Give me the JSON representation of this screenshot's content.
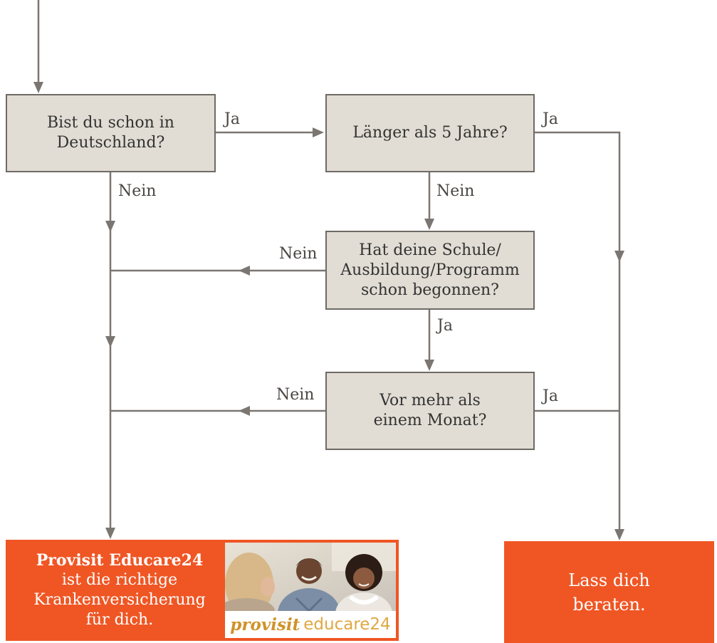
{
  "colors": {
    "box_fill": "#e1ddd4",
    "box_border": "#6e6a65",
    "connector": "#7b7671",
    "result_fill": "#ef5624",
    "text_dark": "#333333",
    "label_text": "#4a4643",
    "result_text": "#ffffff",
    "logo_brand": "#d0922a",
    "logo_product": "#dfa843"
  },
  "decisions": {
    "in_germany": {
      "lines": [
        "Bist du schon in",
        "Deutschland?"
      ]
    },
    "over_5_years": {
      "lines": [
        "Länger als 5 Jahre?"
      ]
    },
    "program_started": {
      "lines": [
        "Hat deine Schule/",
        "Ausbildung/Programm",
        "schon begonnen?"
      ]
    },
    "over_one_month": {
      "lines": [
        "Vor mehr als",
        "einem Monat?"
      ]
    }
  },
  "edge_labels": {
    "in_germany_yes": "Ja",
    "in_germany_no": "Nein",
    "over_5_years_yes": "Ja",
    "over_5_years_no": "Nein",
    "program_started_no": "Nein",
    "program_started_yes": "Ja",
    "over_one_month_no": "Nein",
    "over_one_month_yes": "Ja"
  },
  "results": {
    "educare": {
      "title": "Provisit Educare24",
      "lines": [
        "ist die richtige",
        "Krankenversicherung",
        "für dich."
      ]
    },
    "advice": {
      "lines": [
        "Lass dich",
        "beraten."
      ]
    }
  },
  "logo": {
    "brand": "provisit",
    "product": "educare24"
  }
}
